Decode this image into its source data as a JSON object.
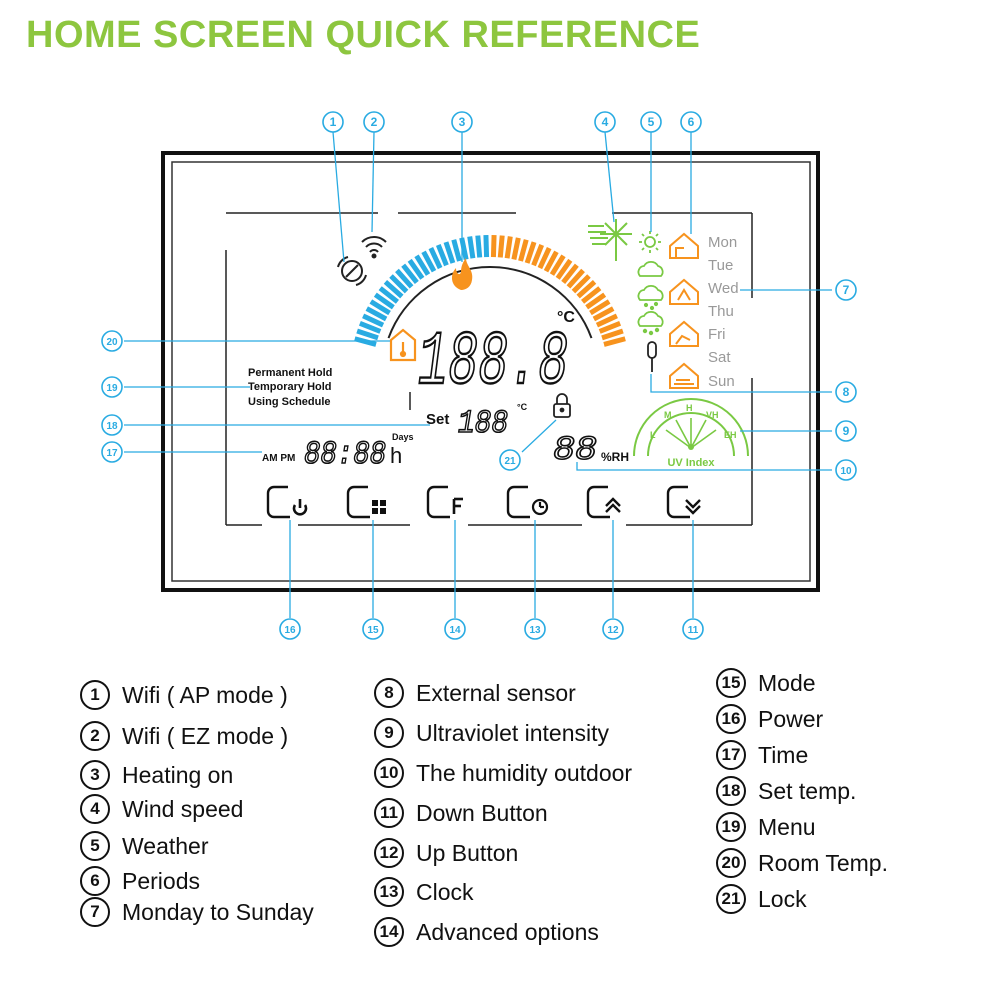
{
  "title": "HOME SCREEN QUICK REFERENCE",
  "colors": {
    "title_green": "#8dc63f",
    "callout_blue": "#29abe2",
    "heat_orange": "#f7931e",
    "cool_blue": "#29abe2",
    "uv_green": "#7ac943"
  },
  "display": {
    "temp_unit": "°C",
    "main_temp": "188.8",
    "set_label": "Set",
    "set_temp": "188",
    "set_unit": "°C",
    "hold_modes": [
      "Permanent Hold",
      "Temporary Hold",
      "Using Schedule"
    ],
    "ampm": "AM PM",
    "clock": "88:88",
    "days_label": "Days",
    "hour_label": "h",
    "humidity": "88",
    "humidity_unit": "%RH",
    "uv_label": "UV Index",
    "uv_scale": [
      "L",
      "M",
      "H",
      "VH",
      "EH"
    ],
    "days": [
      "Mon",
      "Tue",
      "Wed",
      "Thu",
      "Fri",
      "Sat",
      "Sun"
    ],
    "icons": [
      "wifi-ap-icon",
      "wifi-ez-icon",
      "flame-icon",
      "wind-icon",
      "sun-icon",
      "cloud-icon",
      "rain-icon",
      "snow-icon",
      "sensor-icon",
      "lock-icon",
      "home-temp-icon",
      "power-icon",
      "mode-icon",
      "function-icon",
      "clock-icon",
      "up-icon",
      "down-icon"
    ]
  },
  "callouts": [
    "1",
    "2",
    "3",
    "4",
    "5",
    "6",
    "7",
    "8",
    "9",
    "10",
    "11",
    "12",
    "13",
    "14",
    "15",
    "16",
    "17",
    "18",
    "19",
    "20",
    "21"
  ],
  "legend": [
    {
      "num": "1",
      "text": "Wifi ( AP mode )"
    },
    {
      "num": "2",
      "text": "Wifi ( EZ mode )"
    },
    {
      "num": "3",
      "text": "Heating on"
    },
    {
      "num": "4",
      "text": "Wind speed"
    },
    {
      "num": "5",
      "text": "Weather"
    },
    {
      "num": "6",
      "text": "Periods"
    },
    {
      "num": "7",
      "text": "Monday to Sunday"
    },
    {
      "num": "8",
      "text": "External sensor"
    },
    {
      "num": "9",
      "text": "Ultraviolet intensity"
    },
    {
      "num": "10",
      "text": "The humidity outdoor"
    },
    {
      "num": "11",
      "text": "Down Button"
    },
    {
      "num": "12",
      "text": "Up Button"
    },
    {
      "num": "13",
      "text": "Clock"
    },
    {
      "num": "14",
      "text": "Advanced options"
    },
    {
      "num": "15",
      "text": "Mode"
    },
    {
      "num": "16",
      "text": "Power"
    },
    {
      "num": "17",
      "text": "Time"
    },
    {
      "num": "18",
      "text": "Set temp."
    },
    {
      "num": "19",
      "text": "Menu"
    },
    {
      "num": "20",
      "text": "Room Temp."
    },
    {
      "num": "21",
      "text": "Lock"
    }
  ]
}
